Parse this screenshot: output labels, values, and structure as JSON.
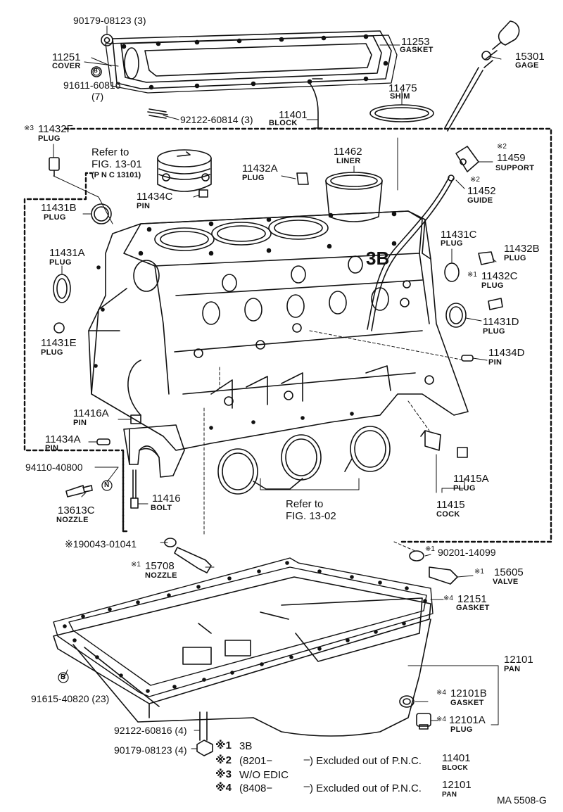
{
  "parts": {
    "p90179_top": {
      "num": "90179-08123 (3)"
    },
    "p11253": {
      "num": "11253",
      "name": "GASKET"
    },
    "p11251": {
      "num": "11251",
      "name": "COVER"
    },
    "p91611": {
      "num": "91611-60816",
      "qty": "(7)"
    },
    "p15301": {
      "num": "15301",
      "name": "GAGE"
    },
    "p11475": {
      "num": "11475",
      "name": "SHIM"
    },
    "p92122_top": {
      "num": "92122-60814 (3)"
    },
    "p11401": {
      "num": "11401",
      "name": "BLOCK"
    },
    "p11432F": {
      "mark": "※3",
      "num": "11432F",
      "name": "PLUG"
    },
    "p11462": {
      "num": "11462",
      "name": "LINER"
    },
    "p11459": {
      "mark": "※2",
      "num": "11459",
      "name": "SUPPORT"
    },
    "p11432A": {
      "num": "11432A",
      "name": "PLUG"
    },
    "p11452": {
      "mark": "※2",
      "num": "11452",
      "name": "GUIDE"
    },
    "p11434C": {
      "num": "11434C",
      "name": "PIN"
    },
    "p11431B": {
      "num": "11431B",
      "name": "PLUG"
    },
    "p11431C": {
      "num": "11431C",
      "name": "PLUG"
    },
    "p11432B": {
      "num": "11432B",
      "name": "PLUG"
    },
    "p11431A": {
      "num": "11431A",
      "name": "PLUG"
    },
    "p11432C": {
      "mark": "※1",
      "num": "11432C",
      "name": "PLUG"
    },
    "p11431D": {
      "num": "11431D",
      "name": "PLUG"
    },
    "p11431E": {
      "num": "11431E",
      "name": "PLUG"
    },
    "p11434D": {
      "num": "11434D",
      "name": "PIN"
    },
    "p11416A": {
      "num": "11416A",
      "name": "PIN"
    },
    "p11434A": {
      "num": "11434A",
      "name": "PIN"
    },
    "p94110": {
      "num": "94110-40800"
    },
    "p13613C": {
      "num": "13613C",
      "name": "NOZZLE"
    },
    "p11416": {
      "num": "11416",
      "name": "BOLT"
    },
    "p11415A": {
      "num": "11415A",
      "name": "PLUG"
    },
    "p11415": {
      "num": "11415",
      "name": "COCK"
    },
    "p90043": {
      "num": "※190043-01041"
    },
    "p90201": {
      "mark": "※1",
      "num": "90201-14099"
    },
    "p15708": {
      "mark": "※1",
      "num": "15708",
      "name": "NOZZLE"
    },
    "p15605": {
      "mark": "※1",
      "num": "15605",
      "name": "VALVE"
    },
    "p12151": {
      "mark": "※4",
      "num": "12151",
      "name": "GASKET"
    },
    "p12101": {
      "num": "12101",
      "name": "PAN"
    },
    "p91615": {
      "num": "91615-40820 (23)"
    },
    "p12101B": {
      "mark": "※4",
      "num": "12101B",
      "name": "GASKET"
    },
    "p92122_bot": {
      "num": "92122-60816 (4)"
    },
    "p12101A": {
      "mark": "※4",
      "num": "12101A",
      "name": "PLUG"
    },
    "p90179_bot": {
      "num": "90179-08123 (4)"
    }
  },
  "refs": {
    "fig1301": {
      "line1": "Refer to",
      "line2": "FIG. 13-01",
      "line3": "(P N C  13101)"
    },
    "fig1302": {
      "line1": "Refer to",
      "line2": "FIG. 13-02"
    }
  },
  "callouts": {
    "n": "N",
    "b1": "B",
    "b2": "B",
    "block_mark": "3B"
  },
  "notes": [
    {
      "mark": "※1",
      "text": "3B"
    },
    {
      "mark": "※2",
      "text": "(8201−",
      "excl": ") Excluded out of P.N.C.",
      "pnc": "11401",
      "pnc_name": "BLOCK"
    },
    {
      "mark": "※3",
      "text": "W/O EDIC"
    },
    {
      "mark": "※4",
      "text": "(8408−",
      "excl": ") Excluded out of P.N.C.",
      "pnc": "12101",
      "pnc_name": "PAN"
    }
  ],
  "footer": {
    "code": "MA 5508-G"
  }
}
